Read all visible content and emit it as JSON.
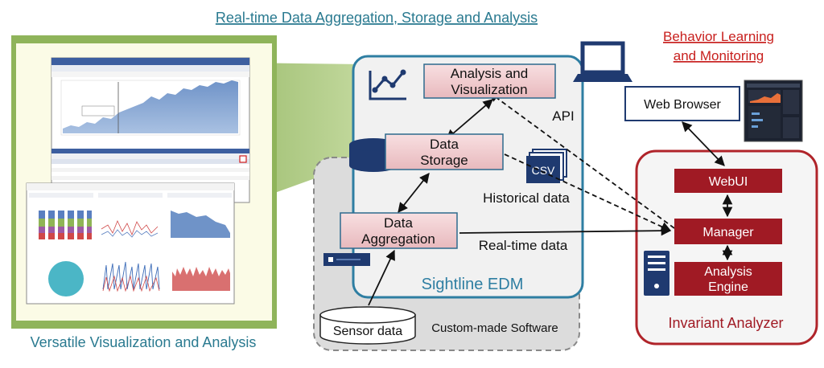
{
  "titles": {
    "top": "Real-time Data Aggregation, Storage and Analysis",
    "bottom_left": "Versatile Visualization and Analysis",
    "behavior_line1": "Behavior Learning",
    "behavior_line2": "and Monitoring"
  },
  "edm": {
    "name": "Sightline EDM",
    "analysis_line1": "Analysis and",
    "analysis_line2": "Visualization",
    "storage_line1": "Data",
    "storage_line2": "Storage",
    "aggregation_line1": "Data",
    "aggregation_line2": "Aggregation"
  },
  "custom": {
    "label": "Custom-made Software",
    "sensor": "Sensor data"
  },
  "flows": {
    "api": "API",
    "historical": "Historical data",
    "realtime": "Real-time data",
    "csv": "CSV"
  },
  "browser": {
    "label": "Web Browser"
  },
  "invariant": {
    "name": "Invariant Analyzer",
    "webui": "WebUI",
    "manager": "Manager",
    "engine_line1": "Analysis",
    "engine_line2": "Engine"
  },
  "colors": {
    "teal_text": "#2a7a90",
    "edm_border": "#2e7ea2",
    "dark_red": "#a01a24",
    "red_text": "#c8201e",
    "box_fill": "#efc9cc",
    "box_border": "#2e6a8e",
    "navy": "#1f3a70",
    "green_panel": "#7fa84a"
  },
  "icons": [
    "line-chart-icon",
    "laptop-icon",
    "database-icon",
    "csv-document-icon",
    "server-rack-icon",
    "server-tower-icon"
  ]
}
